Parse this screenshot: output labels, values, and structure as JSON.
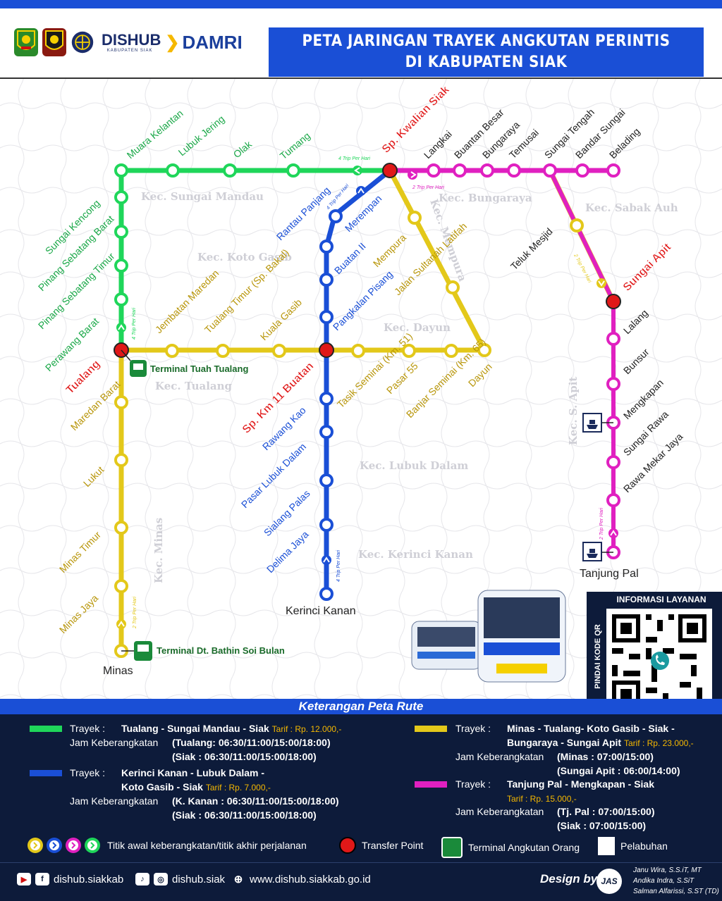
{
  "header": {
    "logo_dishub": "DISHUB",
    "logo_dishub_sub": "KABUPATEN SIAK",
    "logo_damri": "DAMRI",
    "title_line1": "PETA JARINGAN TRAYEK ANGKUTAN PERINTIS",
    "title_line2": "DI KABUPATEN SIAK"
  },
  "colors": {
    "green": "#1fd65a",
    "blue": "#1a4fd6",
    "yellow": "#e3c81a",
    "magenta": "#e020c0",
    "transfer": "#e01818",
    "navy": "#0d1b3a"
  },
  "districts": [
    {
      "id": "sungai-mandau",
      "label": "Kec. Sungai Mandau"
    },
    {
      "id": "koto-gasib",
      "label": "Kec. Koto Gasib"
    },
    {
      "id": "bungaraya",
      "label": "Kec. Bungaraya"
    },
    {
      "id": "sabak-auh",
      "label": "Kec. Sabak Auh"
    },
    {
      "id": "mempura",
      "label": "Kec. Mempura"
    },
    {
      "id": "dayun",
      "label": "Kec. Dayun"
    },
    {
      "id": "tualang",
      "label": "Kec. Tualang"
    },
    {
      "id": "lubuk-dalam",
      "label": "Kec. Lubuk Dalam"
    },
    {
      "id": "kerinci-kanan",
      "label": "Kec. Kerinci Kanan"
    },
    {
      "id": "minas",
      "label": "Kec. Minas"
    },
    {
      "id": "s-apit",
      "label": "Kec. S. Apit"
    }
  ],
  "transfer_points": [
    {
      "id": "tualang",
      "label": "Tualang"
    },
    {
      "id": "sp-km-11-buatan",
      "label": "Sp. Km 11 Buatan"
    },
    {
      "id": "sp-kwalian-siak",
      "label": "Sp. Kwalian Siak"
    },
    {
      "id": "sungai-apit",
      "label": "Sungai Apit"
    }
  ],
  "stations": {
    "green": [
      "Muara Kelantan",
      "Lubuk Jering",
      "Olak",
      "Tumang",
      "Sungai Kencong",
      "Pinang Sebatang Barat",
      "Pinang Sebatang Timur",
      "Perawang Barat"
    ],
    "blue": [
      "Merempan",
      "Rantau Panjang",
      "Buatan II",
      "Pangkalan Pisang",
      "Rawang Kao",
      "Pasar Lubuk Dalam",
      "Sialang Palas",
      "Delima Jaya",
      "Kerinci Kanan"
    ],
    "yellow": [
      "Jembatan Maredan",
      "Tualang Timur (Sp. Bakal)",
      "Kuala Gasib",
      "Tasik Seminai (Km. 51)",
      "Pasar 55",
      "Banjar Seminai (Km. 65)",
      "Dayun",
      "Mempura",
      "Jalan Sultanah Latifah",
      "Maredan Barat",
      "Lukut",
      "Minas Timur",
      "Minas Jaya",
      "Minas",
      "Teluk Mesjid"
    ],
    "magenta": [
      "Langkai",
      "Buantan Besar",
      "Bungaraya",
      "Temusai",
      "Sungai Tengah",
      "Bandar Sungai",
      "Belading",
      "Lalang",
      "Bunsur",
      "Mengkapan",
      "Sungai Rawa",
      "Rawa Mekar Jaya",
      "Tanjung Pal"
    ]
  },
  "terminals": {
    "tuah_tualang": "Terminal Tuah Tualang",
    "dt_bathin": "Terminal Dt. Bathin Soi Bulan"
  },
  "trip_labels": {
    "green": "4 Trip Per Hari",
    "blue": "4 Trip Per Hari",
    "yellow": "2 Trip Per Hari",
    "magenta": "2 Trip Per Hari"
  },
  "info": {
    "title": "INFORMASI LAYANAN",
    "side": "PINDAI KODE QR"
  },
  "legend": {
    "title": "Keterangan Peta Rute",
    "trayek_label": "Trayek :",
    "jam_label": "Jam Keberangkatan",
    "routes": [
      {
        "name": "Tualang - Sungai Mandau - Siak",
        "fare": "Tarif : Rp. 12.000,-",
        "times": [
          "(Tualang: 06:30/11:00/15:00/18:00)",
          "(Siak : 06:30/11:00/15:00/18:00)"
        ]
      },
      {
        "name_1": "Kerinci Kanan - Lubuk Dalam -",
        "name_2": "Koto Gasib - Siak",
        "fare": "Tarif : Rp. 7.000,-",
        "times": [
          "(K. Kanan : 06:30/11:00/15:00/18:00)",
          "(Siak : 06:30/11:00/15:00/18:00)"
        ]
      },
      {
        "name_1": "Minas - Tualang- Koto Gasib - Siak -",
        "name_2": "Bungaraya - Sungai Apit",
        "fare": "Tarif : Rp. 23.000,-",
        "times": [
          "(Minas : 07:00/15:00)",
          "(Sungai Apit : 06:00/14:00)"
        ]
      },
      {
        "name": "Tanjung Pal - Mengkapan - Siak",
        "fare": "Tarif : Rp. 15.000,-",
        "times": [
          "(Tj. Pal : 07:00/15:00)",
          "(Siak : 07:00/15:00)"
        ]
      }
    ],
    "key_start": "Titik awal keberangkatan/titik akhir perjalanan",
    "key_transfer": "Transfer Point",
    "key_terminal": "Terminal Angkutan Orang",
    "key_port": "Pelabuhan"
  },
  "footer": {
    "social1": "dishub.siakkab",
    "social2": "dishub.siak",
    "website": "www.dishub.siakkab.go.id",
    "design_by": "Design by :",
    "jas": "JAS",
    "credits": [
      "Janu Wira, S.S.iT, MT",
      "Andika Indra, S.SiT",
      "Salman Alfarissi, S.ST (TD)"
    ]
  }
}
